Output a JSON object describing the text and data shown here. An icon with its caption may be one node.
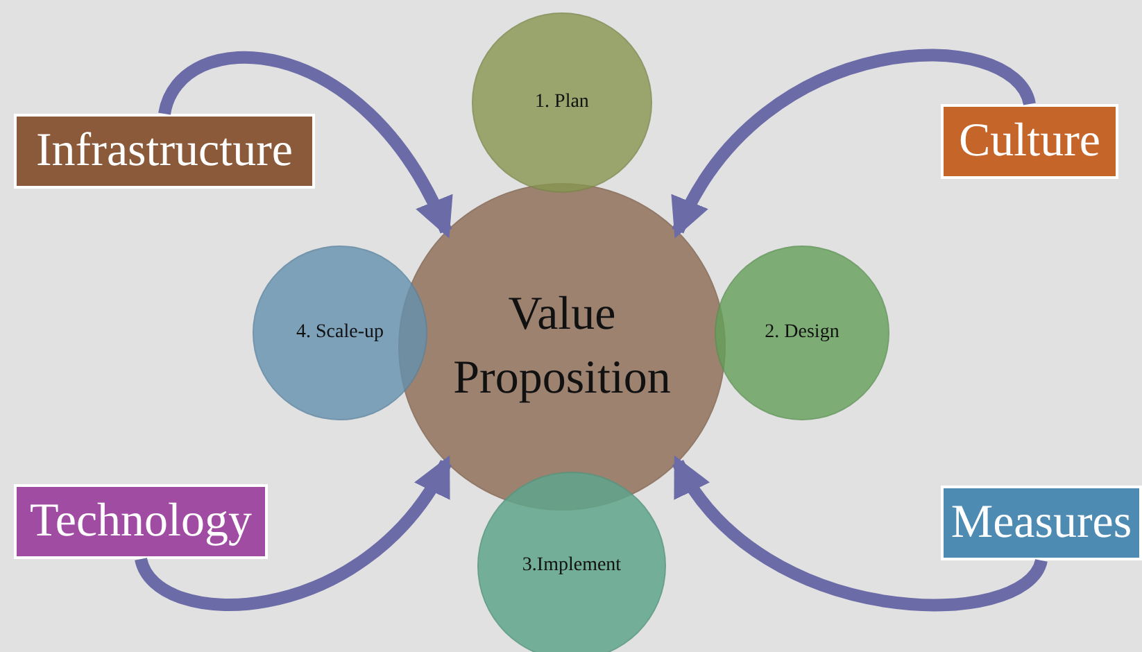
{
  "diagram": {
    "nodes": [
      {
        "text": [
          "Value Proposition"
        ]
      },
      {
        "text": [
          "1. Plan"
        ]
      },
      {
        "text": [
          "2. Design"
        ]
      },
      {
        "text": [
          "3.Implement"
        ]
      },
      {
        "text": [
          "4. Scale-up"
        ]
      },
      {
        "text": [
          "Infrastructure"
        ]
      },
      {
        "text": [
          "Culture"
        ]
      },
      {
        "text": [
          "Technology"
        ]
      },
      {
        "text": [
          "Measures"
        ]
      }
    ],
    "edges": [
      {
        "from": 5,
        "to": 0,
        "arrow": "to"
      },
      {
        "from": 6,
        "to": 0,
        "arrow": "to"
      },
      {
        "from": 7,
        "to": 0,
        "arrow": "to"
      },
      {
        "from": 8,
        "to": 0,
        "arrow": "to"
      }
    ]
  }
}
